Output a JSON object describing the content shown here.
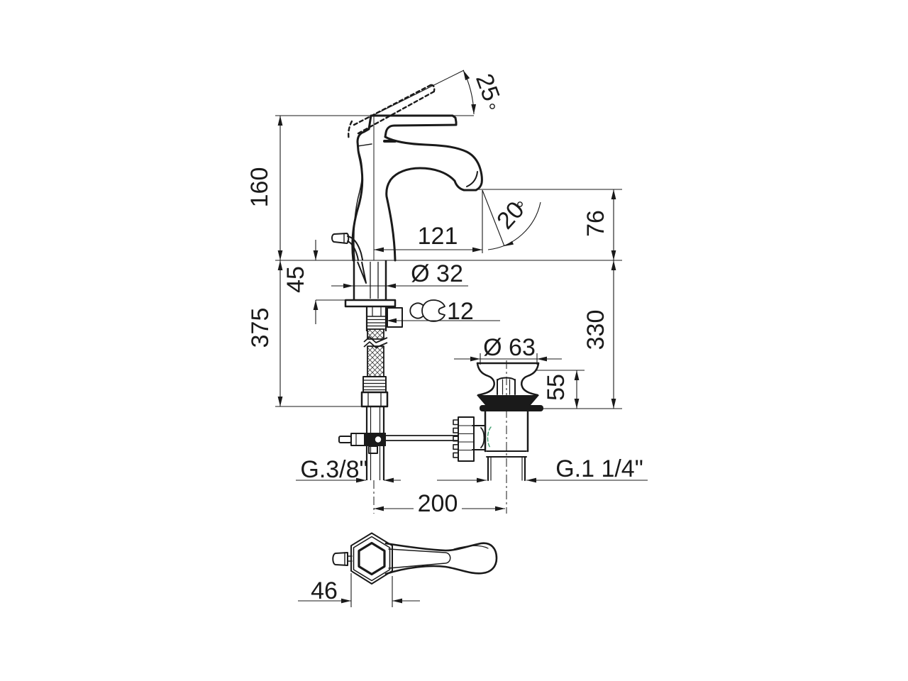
{
  "drawing": {
    "kind": "technical-dimension-drawing",
    "subject": "single-lever basin mixer with pop-up waste, side view, under-counter supply/drain view and handle top view",
    "units": "mm",
    "colors": {
      "line": "#1a1a1a",
      "background": "#ffffff",
      "hidden_detail": "#3f9e6e"
    },
    "dims": {
      "d25": "25",
      "d160": "160",
      "d121": "121",
      "d20": "20",
      "d76": "76",
      "d45": "45",
      "d32": "Ø 32",
      "d12": "12",
      "d375": "375",
      "d63": "Ø 63",
      "d330": "330",
      "d55": "55",
      "g38": "G.3/8\"",
      "g114": "G.1 1/4\"",
      "d200": "200",
      "d46": "46"
    }
  }
}
